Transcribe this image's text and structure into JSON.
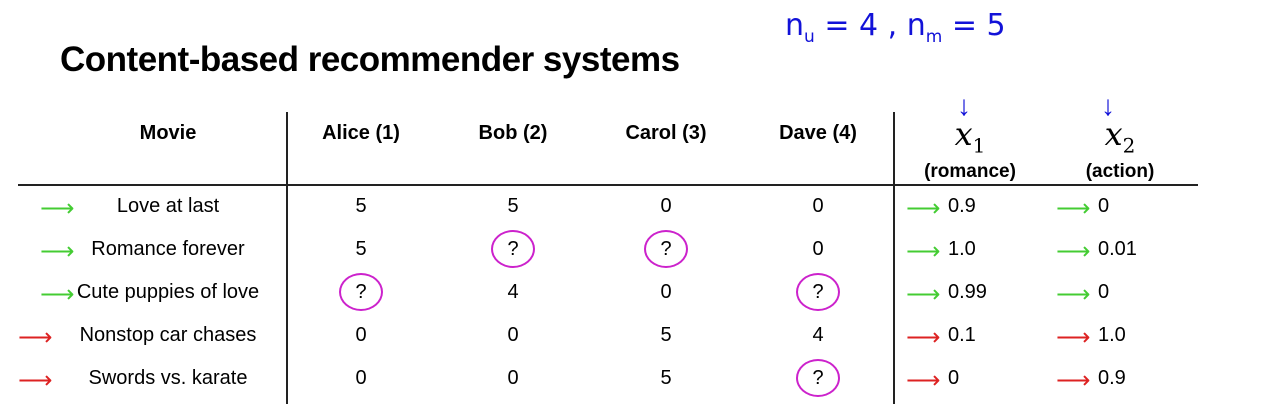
{
  "title": "Content-based recommender systems",
  "annotation": "n_u = 4 , n_m = 5",
  "annotation_parts": {
    "n1": "n",
    "s1": "u",
    "eq1": " = 4 , ",
    "n2": "n",
    "s2": "m",
    "eq2": " = 5"
  },
  "headers": {
    "movie": "Movie",
    "users": [
      "Alice (1)",
      "Bob (2)",
      "Carol (3)",
      "Dave (4)"
    ],
    "features": [
      {
        "symbol": "x",
        "index": "1",
        "label": "(romance)"
      },
      {
        "symbol": "x",
        "index": "2",
        "label": "(action)"
      }
    ]
  },
  "rows": [
    {
      "movie": "Love at last",
      "ratings": [
        "5",
        "5",
        "0",
        "0"
      ],
      "features": [
        "0.9",
        "0"
      ],
      "arrow_color": "#44cc33"
    },
    {
      "movie": "Romance forever",
      "ratings": [
        "5",
        "?",
        "?",
        "0"
      ],
      "features": [
        "1.0",
        "0.01"
      ],
      "arrow_color": "#44cc33"
    },
    {
      "movie": "Cute puppies of love",
      "ratings": [
        "?",
        "4",
        "0",
        "?"
      ],
      "features": [
        "0.99",
        "0"
      ],
      "arrow_color": "#44cc33"
    },
    {
      "movie": "Nonstop car chases",
      "ratings": [
        "0",
        "0",
        "5",
        "4"
      ],
      "features": [
        "0.1",
        "1.0"
      ],
      "arrow_color": "#dd2222"
    },
    {
      "movie": "Swords vs. karate",
      "ratings": [
        "0",
        "0",
        "5",
        "?"
      ],
      "features": [
        "0",
        "0.9"
      ],
      "arrow_color": "#dd2222"
    }
  ],
  "colors": {
    "annotation": "#1212d8",
    "circle": "#cc22cc",
    "green_arrow": "#44cc33",
    "red_arrow": "#dd2222"
  },
  "icons": {
    "green": "arrow-right-icon",
    "red": "arrow-right-icon",
    "down": "arrow-down-icon"
  }
}
